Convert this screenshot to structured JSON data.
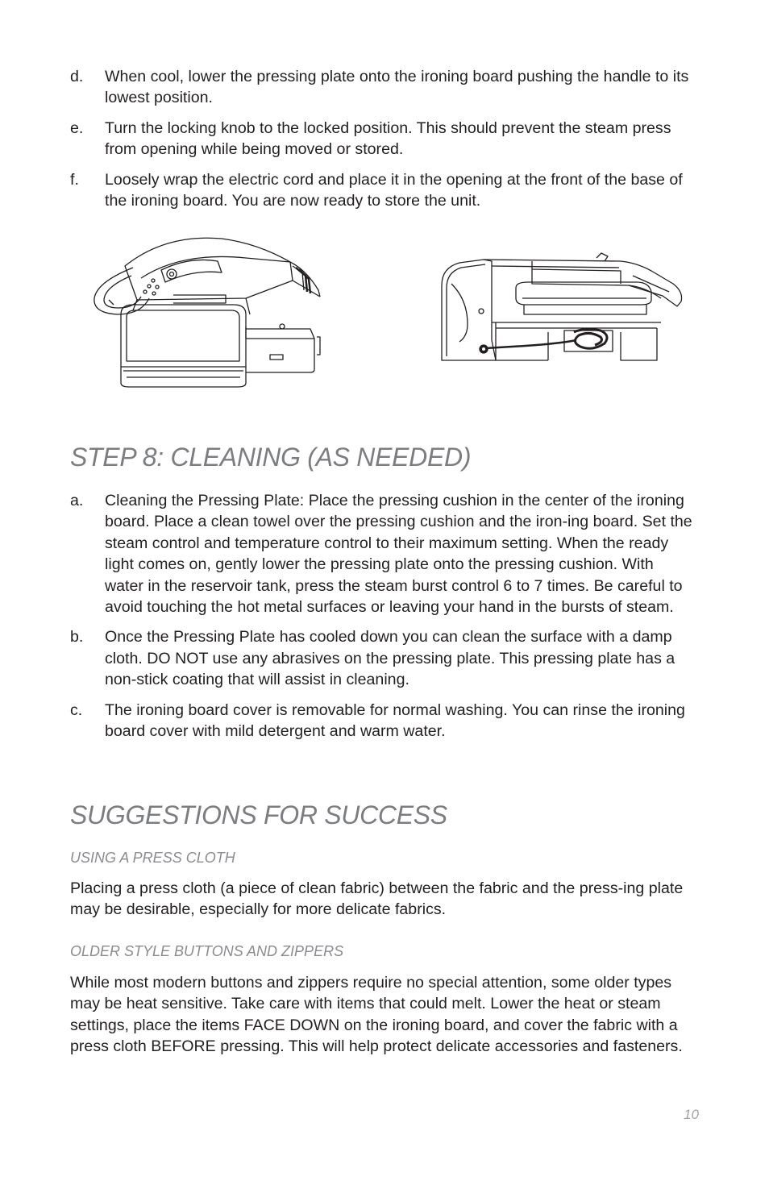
{
  "storage_steps": [
    {
      "marker": "d.",
      "text": "When cool, lower the pressing plate onto the ironing board pushing the handle to its lowest position."
    },
    {
      "marker": "e.",
      "text": "Turn the locking knob to the locked position. This should prevent the steam press from opening while being moved or stored."
    },
    {
      "marker": "f.",
      "text": "Loosely wrap the electric cord and place it in the opening at the front of the base of the ironing board. You are now ready to store the unit."
    }
  ],
  "step8": {
    "heading": "STEP 8: CLEANING (AS NEEDED)",
    "items": [
      {
        "marker": "a.",
        "text": "Cleaning the Pressing Plate: Place the pressing cushion in the center of the ironing board. Place a clean towel over the pressing cushion and the iron-ing board. Set the steam control and temperature control to their maximum setting. When the ready light comes on, gently lower the pressing plate onto the pressing cushion. With water in the reservoir tank, press the steam burst control 6 to 7 times. Be careful to avoid touching the hot metal surfaces or leaving your hand in the bursts of steam."
      },
      {
        "marker": "b.",
        "text": "Once the Pressing Plate has cooled down you can clean the surface with a damp cloth. DO NOT use any abrasives on the pressing plate. This pressing plate has a non-stick coating that will assist in cleaning."
      },
      {
        "marker": "c.",
        "text": "The ironing board cover is removable for normal washing. You can rinse the ironing board cover with mild detergent and warm water."
      }
    ]
  },
  "suggestions": {
    "heading": "SUGGESTIONS FOR SUCCESS",
    "press_cloth_heading": "USING A PRESS CLOTH",
    "press_cloth_text": "Placing a press cloth (a piece of clean fabric) between the fabric and the press-ing plate may be desirable, especially for more delicate fabrics.",
    "buttons_heading": "OLDER STYLE BUTTONS AND ZIPPERS",
    "buttons_text": "While most modern buttons and zippers require no special attention, some older types may be heat sensitive. Take care with items that could melt. Lower the heat or steam settings, place the items FACE DOWN on the ironing board, and cover the fabric with a press cloth BEFORE pressing. This will help protect delicate accessories and fasteners."
  },
  "page_number": "10"
}
